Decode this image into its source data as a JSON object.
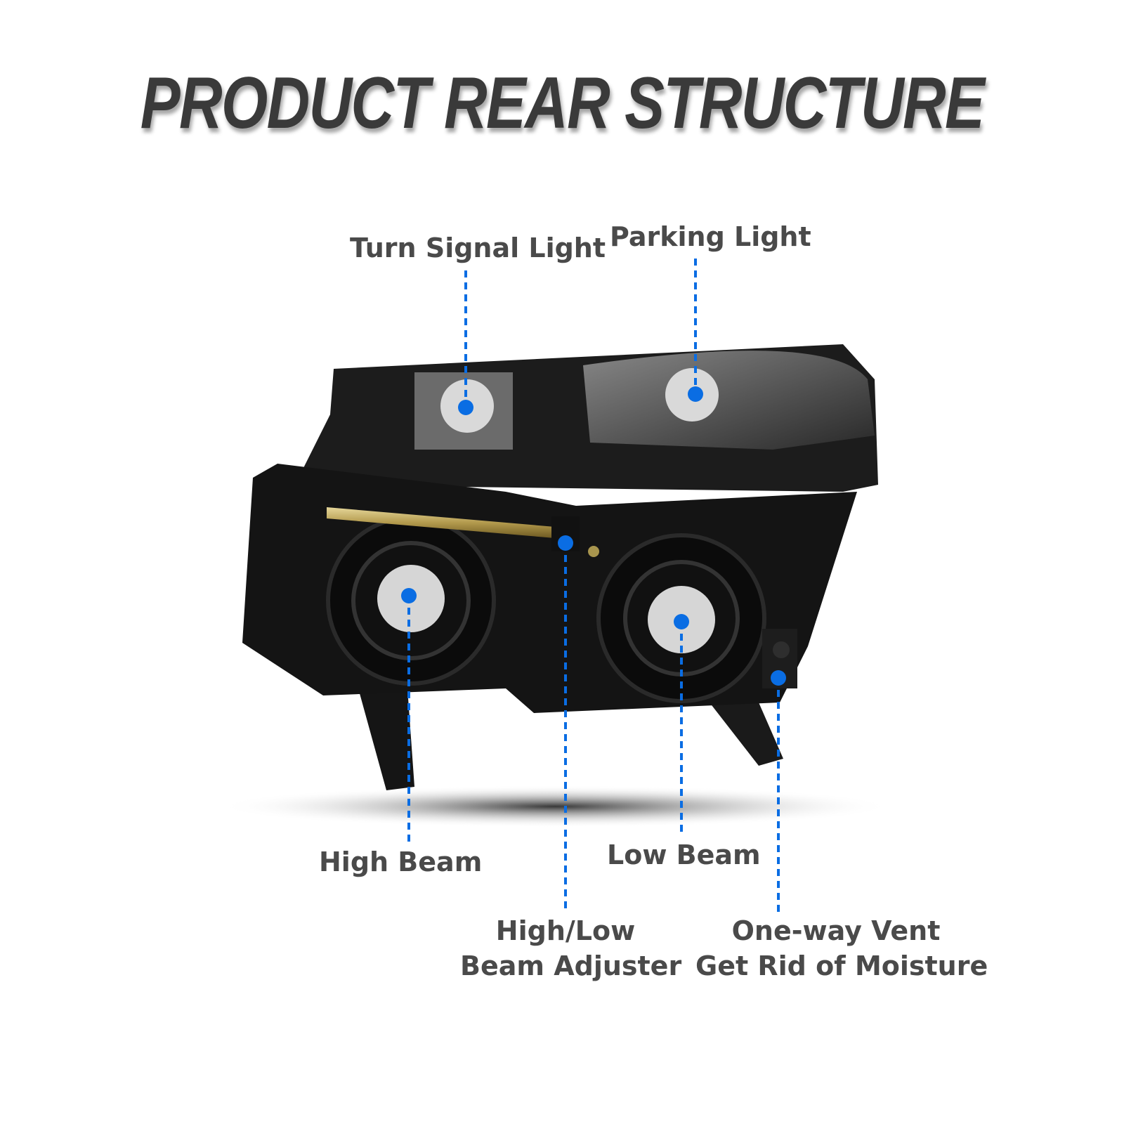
{
  "title": "PRODUCT REAR STRUCTURE",
  "callouts": {
    "turn_signal": "Turn Signal Light",
    "parking": "Parking Light",
    "high_beam": "High Beam",
    "low_beam": "Low Beam",
    "adjuster_line1": "High/Low",
    "adjuster_line2": "Beam Adjuster",
    "vent_line1": "One-way Vent",
    "vent_line2": "Get Rid of Moisture"
  },
  "colors": {
    "accent": "#0a6de3",
    "title": "#3a3a3a",
    "label": "#4a4a4a"
  }
}
